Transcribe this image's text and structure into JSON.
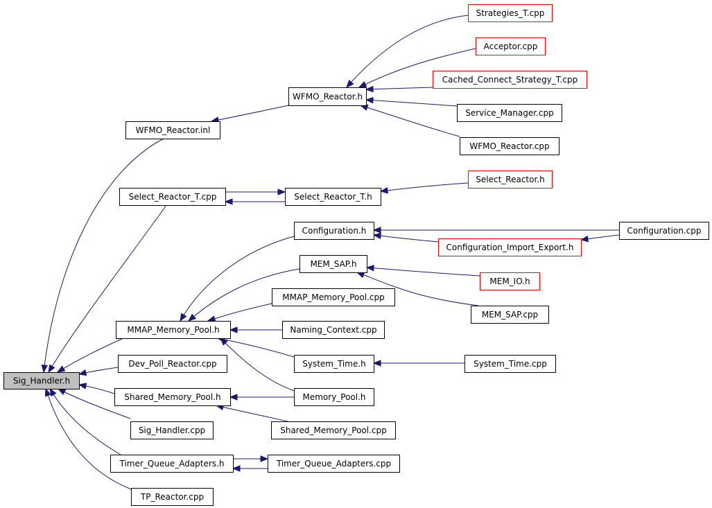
{
  "graph": {
    "colors": {
      "edge": "#191970",
      "node_border": "#000000",
      "truncated_border": "#ff0000",
      "root_fill": "#bfbfbf",
      "node_fill": "#ffffff"
    },
    "nodes": [
      {
        "id": "sig_handler_h",
        "label": "Sig_Handler.h",
        "style": "root"
      },
      {
        "id": "wfmo_reactor_inl",
        "label": "WFMO_Reactor.inl",
        "style": "normal"
      },
      {
        "id": "select_reactor_t_cpp",
        "label": "Select_Reactor_T.cpp",
        "style": "normal"
      },
      {
        "id": "mmap_memory_pool_h",
        "label": "MMAP_Memory_Pool.h",
        "style": "normal"
      },
      {
        "id": "dev_poll_reactor_cpp",
        "label": "Dev_Poll_Reactor.cpp",
        "style": "normal"
      },
      {
        "id": "shared_memory_pool_h",
        "label": "Shared_Memory_Pool.h",
        "style": "normal"
      },
      {
        "id": "sig_handler_cpp",
        "label": "Sig_Handler.cpp",
        "style": "normal"
      },
      {
        "id": "timer_queue_adapters_h",
        "label": "Timer_Queue_Adapters.h",
        "style": "normal"
      },
      {
        "id": "tp_reactor_cpp",
        "label": "TP_Reactor.cpp",
        "style": "normal"
      },
      {
        "id": "wfmo_reactor_h",
        "label": "WFMO_Reactor.h",
        "style": "normal"
      },
      {
        "id": "select_reactor_t_h",
        "label": "Select_Reactor_T.h",
        "style": "normal"
      },
      {
        "id": "configuration_h",
        "label": "Configuration.h",
        "style": "normal"
      },
      {
        "id": "mem_sap_h",
        "label": "MEM_SAP.h",
        "style": "normal"
      },
      {
        "id": "mmap_memory_pool_cpp",
        "label": "MMAP_Memory_Pool.cpp",
        "style": "normal"
      },
      {
        "id": "naming_context_cpp",
        "label": "Naming_Context.cpp",
        "style": "normal"
      },
      {
        "id": "system_time_h",
        "label": "System_Time.h",
        "style": "normal"
      },
      {
        "id": "memory_pool_h",
        "label": "Memory_Pool.h",
        "style": "normal"
      },
      {
        "id": "shared_memory_pool_cpp",
        "label": "Shared_Memory_Pool.cpp",
        "style": "normal"
      },
      {
        "id": "timer_queue_adapters_cpp",
        "label": "Timer_Queue_Adapters.cpp",
        "style": "normal"
      },
      {
        "id": "strategies_t_cpp",
        "label": "Strategies_T.cpp",
        "style": "truncated"
      },
      {
        "id": "acceptor_cpp",
        "label": "Acceptor.cpp",
        "style": "truncated"
      },
      {
        "id": "cached_connect_strategy_t_cpp",
        "label": "Cached_Connect_Strategy_T.cpp",
        "style": "truncated"
      },
      {
        "id": "service_manager_cpp",
        "label": "Service_Manager.cpp",
        "style": "normal"
      },
      {
        "id": "wfmo_reactor_cpp",
        "label": "WFMO_Reactor.cpp",
        "style": "normal"
      },
      {
        "id": "select_reactor_h",
        "label": "Select_Reactor.h",
        "style": "truncated"
      },
      {
        "id": "configuration_import_export_h",
        "label": "Configuration_Import_Export.h",
        "style": "truncated"
      },
      {
        "id": "configuration_cpp",
        "label": "Configuration.cpp",
        "style": "normal"
      },
      {
        "id": "mem_io_h",
        "label": "MEM_IO.h",
        "style": "truncated"
      },
      {
        "id": "mem_sap_cpp",
        "label": "MEM_SAP.cpp",
        "style": "normal"
      },
      {
        "id": "system_time_cpp",
        "label": "System_Time.cpp",
        "style": "normal"
      }
    ],
    "edges": [
      {
        "from": "wfmo_reactor_inl",
        "to": "sig_handler_h"
      },
      {
        "from": "select_reactor_t_cpp",
        "to": "sig_handler_h"
      },
      {
        "from": "mmap_memory_pool_h",
        "to": "sig_handler_h"
      },
      {
        "from": "dev_poll_reactor_cpp",
        "to": "sig_handler_h"
      },
      {
        "from": "shared_memory_pool_h",
        "to": "sig_handler_h"
      },
      {
        "from": "sig_handler_cpp",
        "to": "sig_handler_h"
      },
      {
        "from": "timer_queue_adapters_h",
        "to": "sig_handler_h"
      },
      {
        "from": "tp_reactor_cpp",
        "to": "sig_handler_h"
      },
      {
        "from": "wfmo_reactor_h",
        "to": "wfmo_reactor_inl"
      },
      {
        "from": "strategies_t_cpp",
        "to": "wfmo_reactor_h"
      },
      {
        "from": "acceptor_cpp",
        "to": "wfmo_reactor_h"
      },
      {
        "from": "cached_connect_strategy_t_cpp",
        "to": "wfmo_reactor_h"
      },
      {
        "from": "service_manager_cpp",
        "to": "wfmo_reactor_h"
      },
      {
        "from": "wfmo_reactor_cpp",
        "to": "wfmo_reactor_h"
      },
      {
        "from": "select_reactor_t_cpp",
        "to": "select_reactor_t_h"
      },
      {
        "from": "select_reactor_t_h",
        "to": "select_reactor_t_cpp"
      },
      {
        "from": "select_reactor_h",
        "to": "select_reactor_t_h"
      },
      {
        "from": "configuration_h",
        "to": "mmap_memory_pool_h"
      },
      {
        "from": "mem_sap_h",
        "to": "mmap_memory_pool_h"
      },
      {
        "from": "mmap_memory_pool_cpp",
        "to": "mmap_memory_pool_h"
      },
      {
        "from": "naming_context_cpp",
        "to": "mmap_memory_pool_h"
      },
      {
        "from": "system_time_h",
        "to": "mmap_memory_pool_h"
      },
      {
        "from": "memory_pool_h",
        "to": "mmap_memory_pool_h"
      },
      {
        "from": "configuration_cpp",
        "to": "configuration_h"
      },
      {
        "from": "configuration_import_export_h",
        "to": "configuration_h"
      },
      {
        "from": "configuration_cpp",
        "to": "configuration_import_export_h"
      },
      {
        "from": "mem_io_h",
        "to": "mem_sap_h"
      },
      {
        "from": "mem_sap_cpp",
        "to": "mem_sap_h"
      },
      {
        "from": "system_time_cpp",
        "to": "system_time_h"
      },
      {
        "from": "memory_pool_h",
        "to": "shared_memory_pool_h"
      },
      {
        "from": "shared_memory_pool_cpp",
        "to": "shared_memory_pool_h"
      },
      {
        "from": "timer_queue_adapters_h",
        "to": "timer_queue_adapters_cpp"
      },
      {
        "from": "timer_queue_adapters_cpp",
        "to": "timer_queue_adapters_h"
      }
    ]
  }
}
